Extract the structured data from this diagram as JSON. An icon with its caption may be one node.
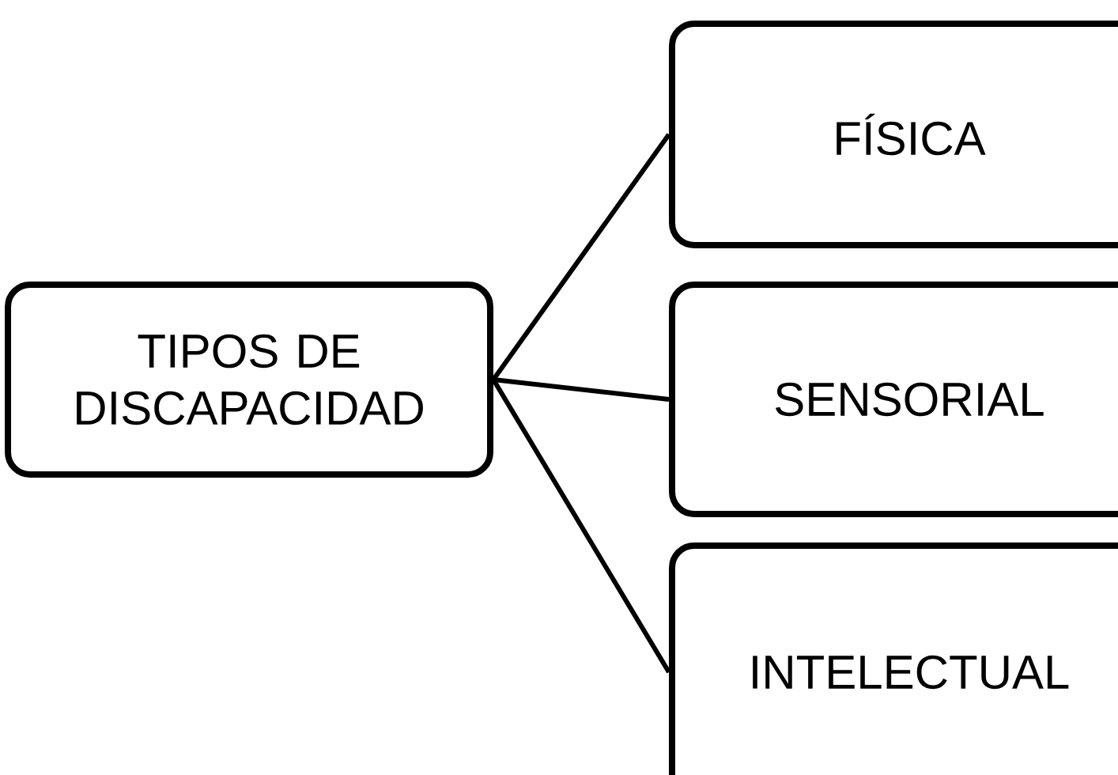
{
  "diagram": {
    "nodes": [
      {
        "text": [
          "TIPOS DE DISCAPACIDAD"
        ]
      },
      {
        "text": [
          "FÍSICA"
        ]
      },
      {
        "text": [
          "SENSORIAL"
        ]
      },
      {
        "text": [
          "INTELECTUAL"
        ]
      }
    ],
    "edges": [
      {
        "from": 0,
        "to": 1,
        "arrow": "none"
      },
      {
        "from": 0,
        "to": 2,
        "arrow": "none"
      },
      {
        "from": 0,
        "to": 3,
        "arrow": "none"
      }
    ]
  }
}
